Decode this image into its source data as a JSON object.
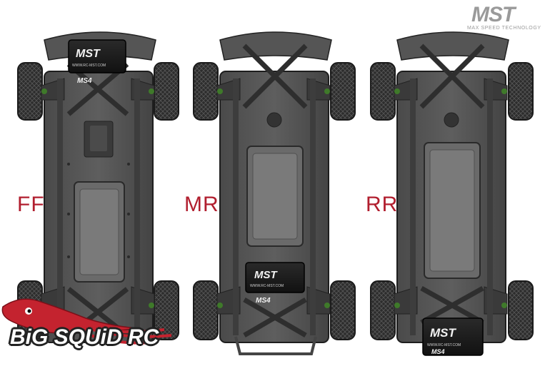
{
  "brand": {
    "logo_text": "MST",
    "tagline": "MAX SPEED TECHNOLOGY"
  },
  "layouts": [
    {
      "code": "FF",
      "motor_position": "front"
    },
    {
      "code": "MR",
      "motor_position": "mid-rear"
    },
    {
      "code": "RR",
      "motor_position": "rear"
    }
  ],
  "motor": {
    "brand": "MST",
    "url": "WWW.RC-MST.COM",
    "model": "MS4"
  },
  "watermark": {
    "text": "BiG SQUiD RC"
  },
  "colors": {
    "label_red": "#b11e2e",
    "chassis_dark": "#3a3a3a",
    "chassis_mid": "#5b5b5b",
    "tire": "#2b2b2b",
    "accent_green": "#3f7a2a",
    "squid_red": "#c4232f"
  }
}
